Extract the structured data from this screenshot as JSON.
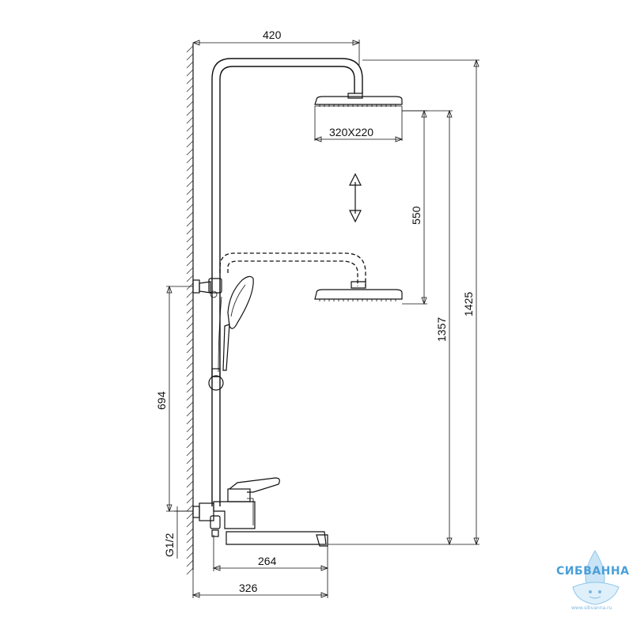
{
  "dimensions": {
    "top_width": "420",
    "head_size": "320X220",
    "adjust_range": "550",
    "height_to_low_head": "1357",
    "total_height": "1425",
    "bar_height": "694",
    "thread": "G1/2",
    "spout_length": "264",
    "total_depth": "326"
  },
  "logo": {
    "name": "СИБВАННА",
    "url": "www.sibvanna.ru"
  },
  "colors": {
    "line": "#111111",
    "logo": "#4a9fd8"
  }
}
